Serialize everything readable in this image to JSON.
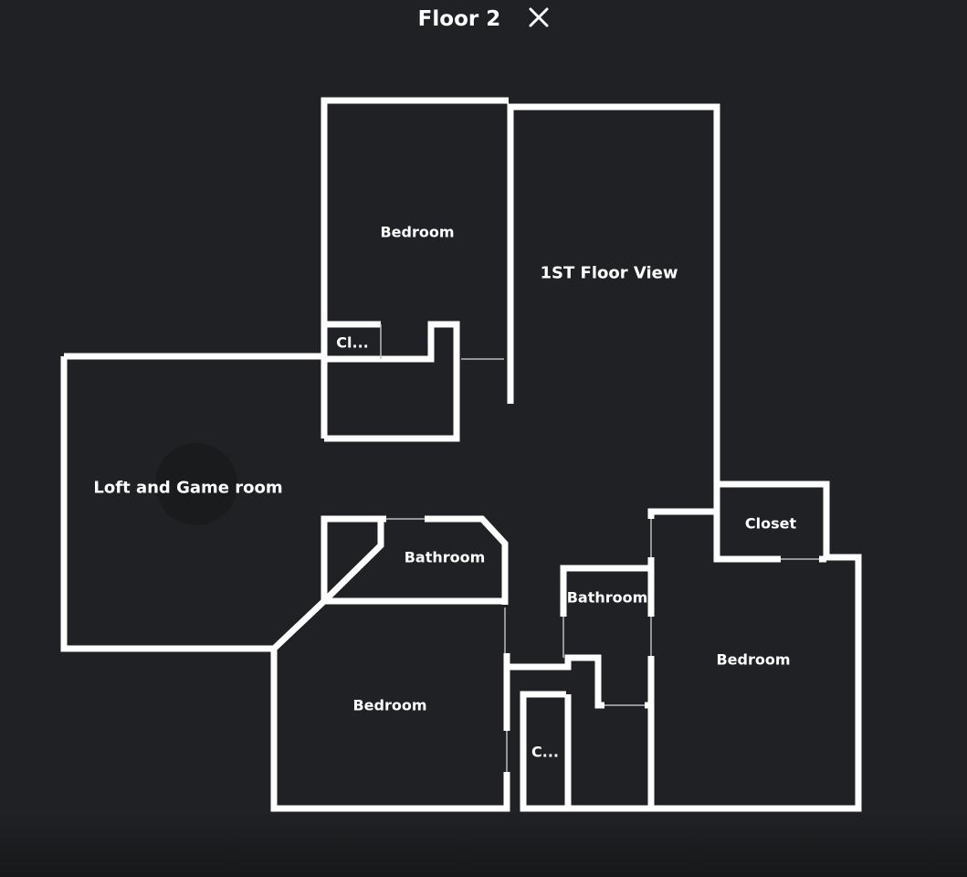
{
  "header": {
    "title": "Floor 2",
    "close_icon": "close-icon"
  },
  "rooms": {
    "bedroom_top": "Bedroom",
    "first_floor_view": "1ST Floor View",
    "closet_small_top": "Cl...",
    "loft": "Loft and Game room",
    "bathroom_left": "Bathroom",
    "bedroom_bottom_left": "Bedroom",
    "bathroom_middle": "Bathroom",
    "closet_small_bottom": "C...",
    "closet_right": "Closet",
    "bedroom_right": "Bedroom"
  },
  "colors": {
    "background": "#202124",
    "walls": "#ffffff",
    "doors": "#bbbbbb"
  }
}
